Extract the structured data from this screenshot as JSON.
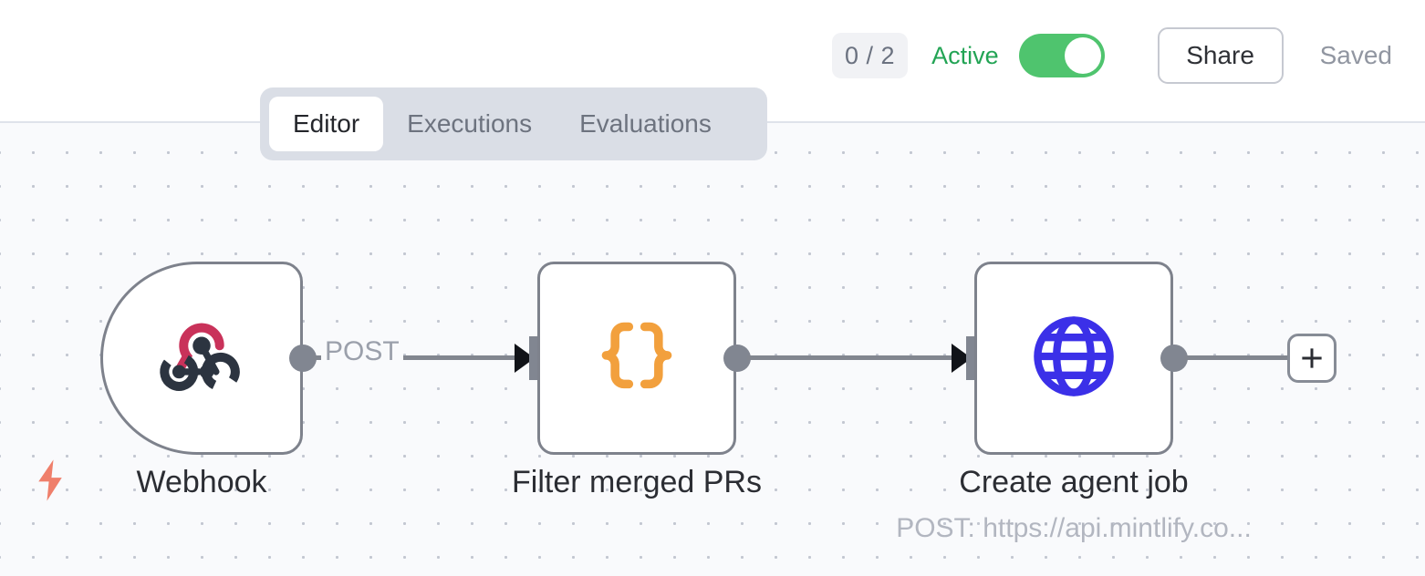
{
  "header": {
    "run_badge": "0 / 2",
    "active_label": "Active",
    "toggle_state": "on",
    "share_label": "Share",
    "saved_label": "Saved",
    "colors": {
      "active_text": "#23a455",
      "toggle_on": "#4fc46e",
      "badge_bg": "#f1f2f5",
      "saved_text": "#9196a1"
    }
  },
  "tabs": {
    "active_index": 0,
    "items": [
      {
        "label": "Editor"
      },
      {
        "label": "Executions"
      },
      {
        "label": "Evaluations"
      }
    ]
  },
  "canvas": {
    "background": "#f9fafc",
    "dot_color": "#c3c7d1",
    "trigger_icon": "lightning-bolt-icon",
    "trigger_color": "#ef7f6b"
  },
  "nodes": [
    {
      "id": "webhook",
      "title": "Webhook",
      "subtitle": "",
      "icon": "webhook-icon",
      "icon_colors": [
        "#c9325a",
        "#2c3440"
      ],
      "shape": "trigger"
    },
    {
      "id": "filter",
      "title": "Filter merged PRs",
      "subtitle": "",
      "icon": "code-braces-icon",
      "icon_colors": [
        "#f2a03d"
      ],
      "shape": "action"
    },
    {
      "id": "http-request",
      "title": "Create agent job",
      "subtitle": "POST: https://api.mintlify.co...",
      "icon": "globe-icon",
      "icon_colors": [
        "#3b30e8"
      ],
      "shape": "action"
    }
  ],
  "connections": [
    {
      "from": "webhook",
      "to": "filter",
      "label": "POST"
    },
    {
      "from": "filter",
      "to": "http-request",
      "label": ""
    }
  ],
  "add_node_button": {
    "icon": "plus-icon",
    "label": "+"
  }
}
